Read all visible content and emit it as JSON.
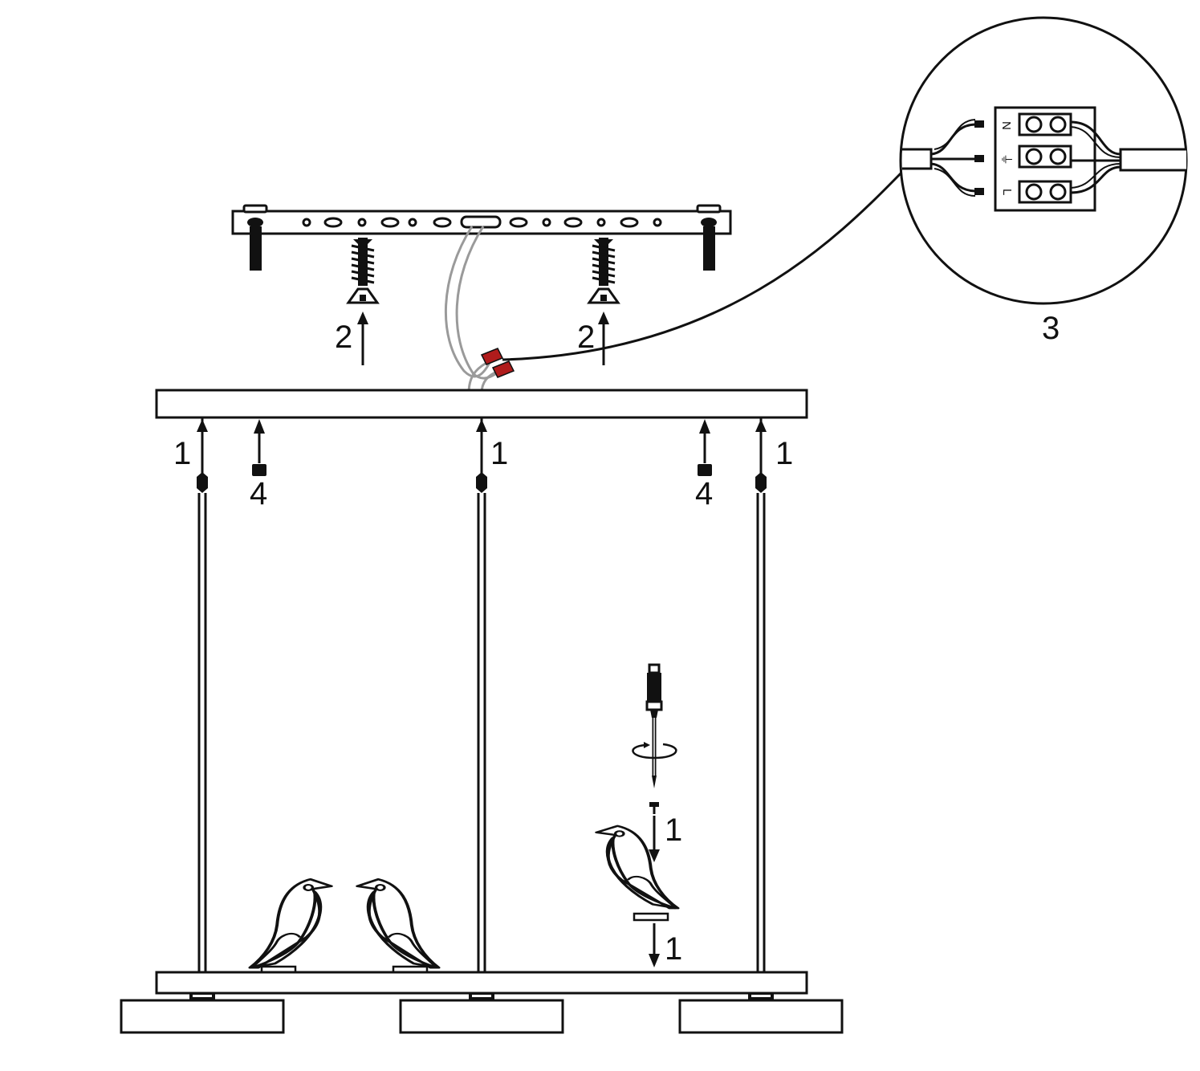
{
  "callouts": {
    "cable_left": "1",
    "cable_center": "1",
    "cable_right": "1",
    "screw_left": "2",
    "screw_right": "2",
    "wiring_detail": "3",
    "nut_left": "4",
    "nut_right": "4",
    "bird_screw_top": "1",
    "bird_screw_bottom": "1"
  },
  "terminal_block": {
    "top": "N",
    "middle": "⏚",
    "bottom": "L"
  },
  "colors": {
    "line": "#111111",
    "connector": "#b01c1c",
    "wire": "#9a9a9a"
  }
}
